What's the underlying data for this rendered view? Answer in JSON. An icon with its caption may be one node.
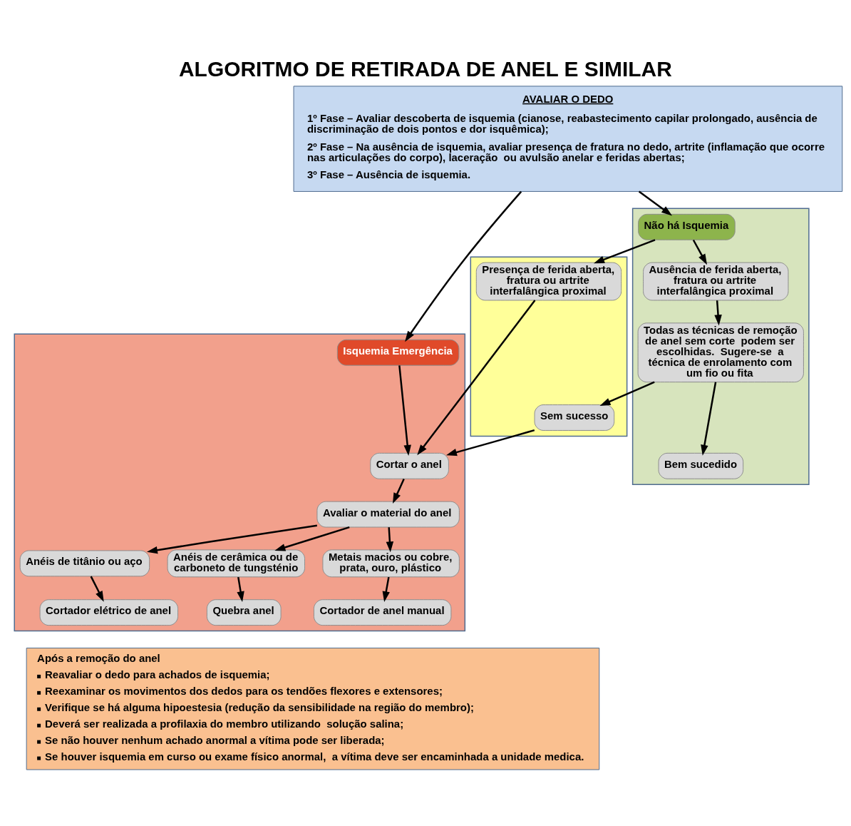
{
  "diagram": {
    "title": "ALGORITMO DE RETIRADA DE ANEL E SIMILAR",
    "nodes": [
      {
        "text": [
          "AVALIAR O DEDO",
          "1º Fase – Avaliar descoberta de isquemia (cianose, reabastecimento capilar prolongado, ausência de discriminação de dois pontos e dor isquêmica);",
          "2º Fase – Na ausência de isquemia, avaliar presença de fratura no dedo, artrite (inflamação que ocorre nas articulações do corpo), laceração  ou avulsão anelar e feridas abertas;",
          "3º Fase – Ausência de isquemia."
        ]
      },
      {
        "text": [],
        "shape": "box"
      },
      {
        "text": [],
        "shape": "box"
      },
      {
        "text": [],
        "shape": "box"
      },
      {
        "text": [
          "Não há Isquemia"
        ],
        "in": 1
      },
      {
        "text": [
          "Ausência de ferida aberta, fratura ou artrite interfalângica proximal"
        ],
        "in": 1
      },
      {
        "text": [
          "Todas as técnicas de remoção de anel sem corte  podem ser escolhidas.  Sugere-se  a técnica de enrolamento com um fio ou fita"
        ],
        "in": 1
      },
      {
        "text": [
          "Bem sucedido"
        ],
        "in": 1
      },
      {
        "text": [
          "Presença de ferida aberta, fratura ou artrite interfalângica proximal"
        ],
        "in": 2
      },
      {
        "text": [
          "Sem sucesso"
        ],
        "in": 2
      },
      {
        "text": [
          "Isquemia Emergência"
        ],
        "in": 3
      },
      {
        "text": [
          "Cortar o anel"
        ],
        "in": 3
      },
      {
        "text": [
          "Avaliar o material do anel"
        ],
        "in": 3
      },
      {
        "text": [
          "Anéis de titânio ou aço"
        ],
        "in": 3
      },
      {
        "text": [
          "Anéis de cerâmica ou de carboneto de tungsténio"
        ],
        "in": 3
      },
      {
        "text": [
          "Metais macios ou cobre, prata, ouro, plástico"
        ],
        "in": 3
      },
      {
        "text": [
          "Cortador elétrico de anel"
        ],
        "in": 3
      },
      {
        "text": [
          "Quebra anel"
        ],
        "in": 3
      },
      {
        "text": [
          "Cortador de anel manual"
        ],
        "in": 3
      },
      {
        "text": [
          "Após a remoção do anel",
          "Reavaliar o dedo para achados de isquemia;",
          "Reexaminar os movimentos dos dedos para os tendões flexores e extensores;",
          "Verifique se há alguma hipoestesia (redução da sensibilidade na região do membro);",
          "Deverá ser realizada a profilaxia do membro utilizando  solução salina;",
          "Se não houver nenhum achado anormal a vítima pode ser liberada;",
          "Se houver isquemia em curso ou exame físico anormal,  a vítima deve ser encaminhada a unidade medica."
        ]
      }
    ],
    "edges": [
      {
        "from": 0,
        "to": 4,
        "arrow": "to"
      },
      {
        "from": 0,
        "to": 10,
        "arrow": "to"
      },
      {
        "from": 4,
        "to": 5,
        "arrow": "to"
      },
      {
        "from": 4,
        "to": 8,
        "arrow": "to"
      },
      {
        "from": 5,
        "to": 6,
        "arrow": "to"
      },
      {
        "from": 6,
        "to": 7,
        "arrow": "to"
      },
      {
        "from": 6,
        "to": 9,
        "arrow": "to"
      },
      {
        "from": 8,
        "to": 11,
        "arrow": "to"
      },
      {
        "from": 9,
        "to": 11,
        "arrow": "to"
      },
      {
        "from": 10,
        "to": 11,
        "arrow": "to"
      },
      {
        "from": 11,
        "to": 12,
        "arrow": "to"
      },
      {
        "from": 12,
        "to": 13,
        "arrow": "to"
      },
      {
        "from": 12,
        "to": 14,
        "arrow": "to"
      },
      {
        "from": 12,
        "to": 15,
        "arrow": "to"
      },
      {
        "from": 13,
        "to": 16,
        "arrow": "to"
      },
      {
        "from": 14,
        "to": 17,
        "arrow": "to"
      },
      {
        "from": 15,
        "to": 18,
        "arrow": "to"
      }
    ]
  }
}
